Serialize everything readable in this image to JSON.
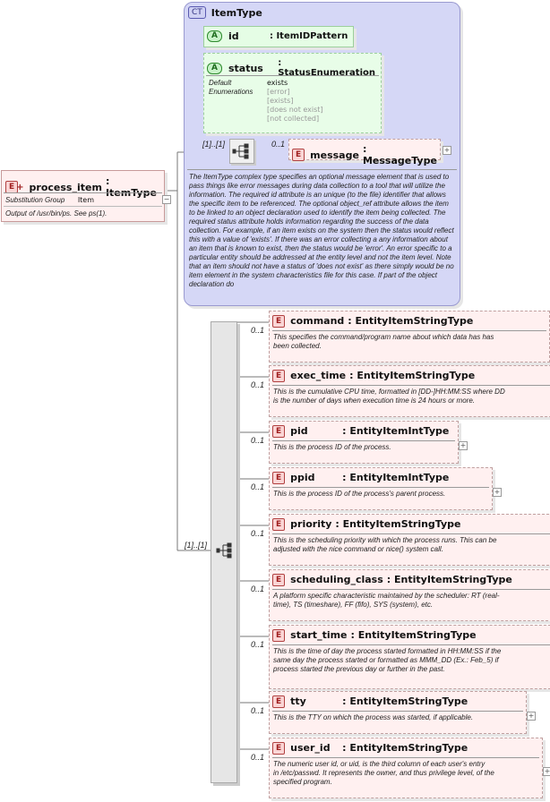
{
  "root": {
    "badge": "E",
    "name": "process_item",
    "type": ": ItemType",
    "substitution_label": "Substitution Group",
    "substitution_value": "Item",
    "description": "Output of /usr/bin/ps. See ps(1)."
  },
  "complex_type": {
    "badge": "CT",
    "name": "ItemType",
    "id_attr": {
      "badge": "A",
      "name": "id",
      "type": ": ItemIDPattern"
    },
    "status_attr": {
      "badge": "A",
      "name": "status",
      "type": ": StatusEnumeration",
      "default_label": "Default",
      "default_value": "exists",
      "enum_label": "Enumerations",
      "enums": [
        "[error]",
        "[exists]",
        "[does not exist]",
        "[not collected]"
      ]
    },
    "seq_card": "[1]..[1]",
    "message": {
      "badge": "E",
      "name": "message",
      "type": ": MessageType",
      "card": "0..1"
    },
    "description": "The ItemType complex type specifies an optional message element that is used to pass things like error messages during data collection to a tool that will utilize the information. The required id attribute is an unique (to the file) identifier that allows the specific item to be referenced. The optional object_ref attribute allows the item to be linked to an object declaration used to identify the item being collected. The required status attribute holds information regarding the success of the data collection. For example, if an item exists on the system then the status would reflect this with a value of 'exists'. If there was an error collecting a any information about an item that is known to exist, then the status would be 'error'. An error specific to a particular entity should be addressed at the entity level and not the item level. Note that an item should not have a status of 'does not exist' as there simply would be no item element in the system characteristics file for this case. If part of the object declaration do"
  },
  "main_seq_card": "[1]..[1]",
  "elements": [
    {
      "badge": "E",
      "name": "command",
      "type": ": EntityItemStringType",
      "card": "0..1",
      "lines": [
        "This specifies the command/program name about which data has has",
        "been collected."
      ]
    },
    {
      "badge": "E",
      "name": "exec_time",
      "type": ": EntityItemStringType",
      "card": "0..1",
      "lines": [
        "This is the cumulative CPU time, formatted in [DD-]HH:MM:SS where DD",
        "is the number of days when execution time is 24 hours or more."
      ]
    },
    {
      "badge": "E",
      "name": "pid",
      "type": ": EntityItemIntType",
      "card": "0..1",
      "lines": [
        "This is the process ID of the process."
      ]
    },
    {
      "badge": "E",
      "name": "ppid",
      "type": ": EntityItemIntType",
      "card": "0..1",
      "lines": [
        "This is the process ID of the process's parent process."
      ]
    },
    {
      "badge": "E",
      "name": "priority",
      "type": ": EntityItemStringType",
      "card": "0..1",
      "lines": [
        "This is the scheduling priority with which the process runs. This can be",
        "adjusted with the nice command or nice() system call."
      ]
    },
    {
      "badge": "E",
      "name": "scheduling_class",
      "type": ": EntityItemStringType",
      "card": "0..1",
      "lines": [
        "A platform specific characteristic maintained by the scheduler: RT (real-",
        "time), TS (timeshare), FF (fifo), SYS (system), etc."
      ]
    },
    {
      "badge": "E",
      "name": "start_time",
      "type": ": EntityItemStringType",
      "card": "0..1",
      "lines": [
        "This is the time of day the process started formatted in HH:MM:SS if the",
        "same day the process started or formatted as MMM_DD (Ex.: Feb_5) if",
        "process started the previous day or further in the past."
      ]
    },
    {
      "badge": "E",
      "name": "tty",
      "type": ": EntityItemStringType",
      "card": "0..1",
      "lines": [
        "This is the TTY on which the process was started, if applicable."
      ]
    },
    {
      "badge": "E",
      "name": "user_id",
      "type": ": EntityItemStringType",
      "card": "0..1",
      "lines": [
        "The numeric user id, or uid, is the third column of each user's entry",
        "in /etc/passwd. It represents the owner, and thus privilege level, of the",
        "specified program."
      ]
    }
  ]
}
